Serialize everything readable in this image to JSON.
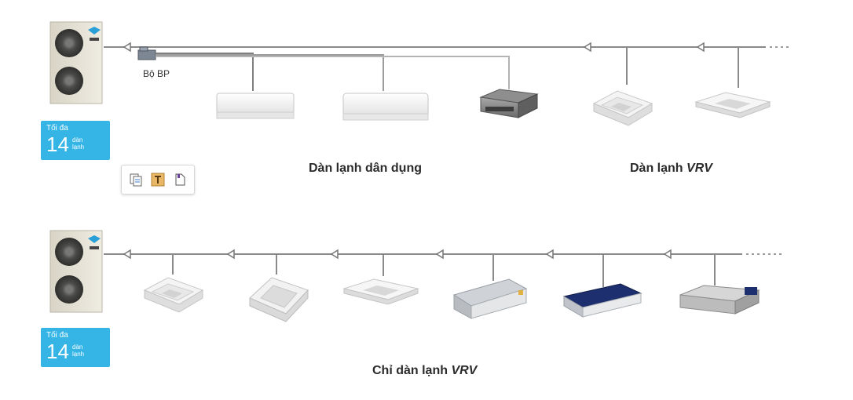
{
  "diagram": {
    "top_system": {
      "bp_label": "Bộ BP",
      "badge": {
        "top_text": "Tối đa",
        "number": "14",
        "unit_line1": "dàn",
        "unit_line2": "lạnh"
      },
      "caption_residential": "Dàn lạnh dân dụng",
      "caption_vrv_prefix": "Dàn lạnh",
      "caption_vrv_suffix": "VRV"
    },
    "bottom_system": {
      "badge": {
        "top_text": "Tối đa",
        "number": "14",
        "unit_line1": "dàn",
        "unit_line2": "lạnh"
      },
      "caption_prefix": "Chỉ dàn lạnh",
      "caption_suffix": "VRV"
    },
    "toolbar": {
      "icons": [
        "copy-icon",
        "text-icon",
        "page-icon"
      ]
    },
    "colors": {
      "badge": "#35b4e6",
      "pipe": "#8a8a8a"
    }
  }
}
